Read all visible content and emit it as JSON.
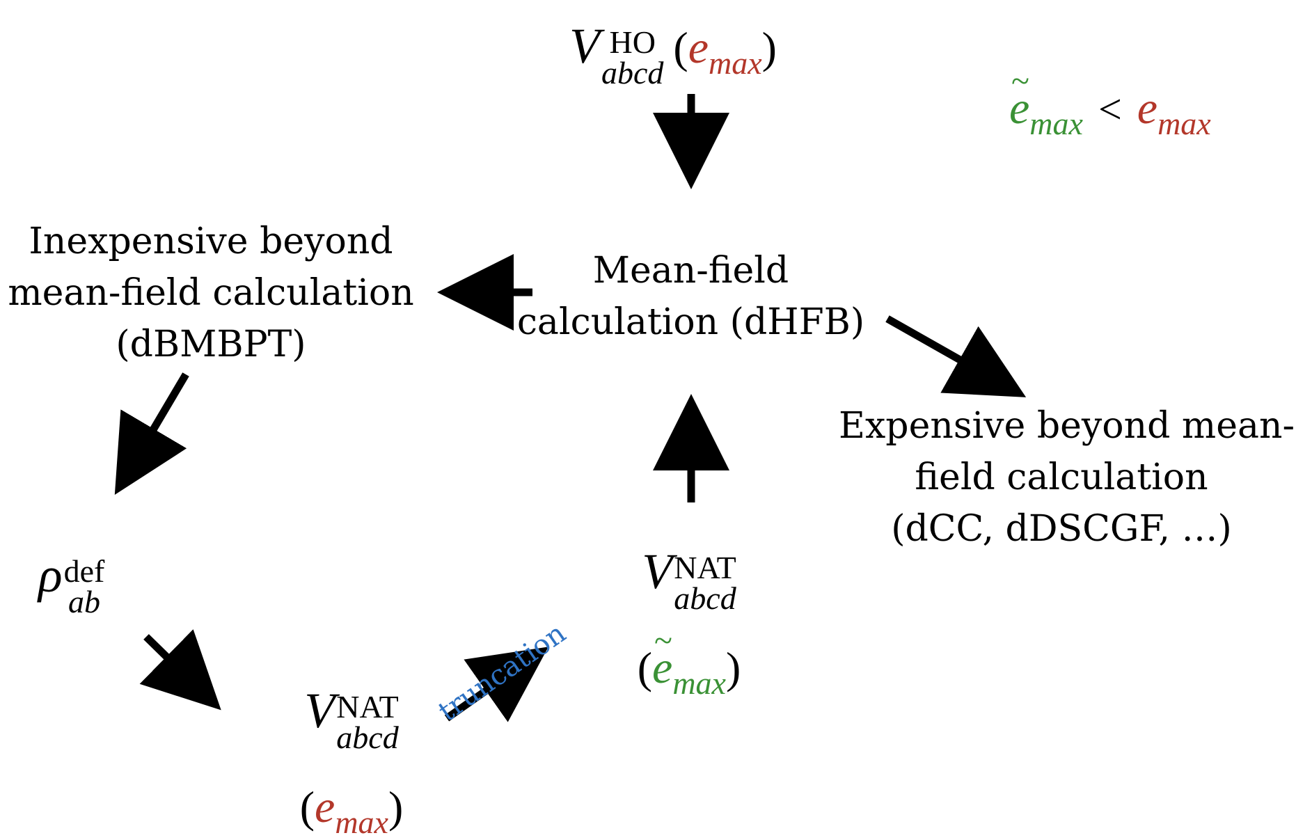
{
  "colors": {
    "red": "#b3372a",
    "green": "#3a9135",
    "blue": "#2f73c4",
    "arrow": "#000000"
  },
  "symbols": {
    "V": "V",
    "rho": "ρ",
    "lparen": "(",
    "rparen": ")",
    "e": "e",
    "max": "max",
    "lt": "<"
  },
  "nodes": {
    "v_ho": {
      "base": "V",
      "sup": "HO",
      "sub": "abcd"
    },
    "inequality": {},
    "mean_field": {
      "line1": "Mean-field",
      "line2": "calculation (dHFB)"
    },
    "inexpensive": {
      "line1": "Inexpensive beyond",
      "line2": "mean-field calculation",
      "line3": "(dBMBPT)"
    },
    "expensive": {
      "line1": "Expensive beyond mean-",
      "line2": "field calculation",
      "line3": "(dCC, dDSCGF, …)"
    },
    "rho_def": {
      "base": "ρ",
      "sup": "def",
      "sub": "ab"
    },
    "v_nat_full": {
      "base": "V",
      "sup": "NAT",
      "sub": "abcd"
    },
    "v_nat_trunc": {
      "base": "V",
      "sup": "NAT",
      "sub": "abcd"
    }
  },
  "edges": {
    "truncation_label": "truncation"
  }
}
